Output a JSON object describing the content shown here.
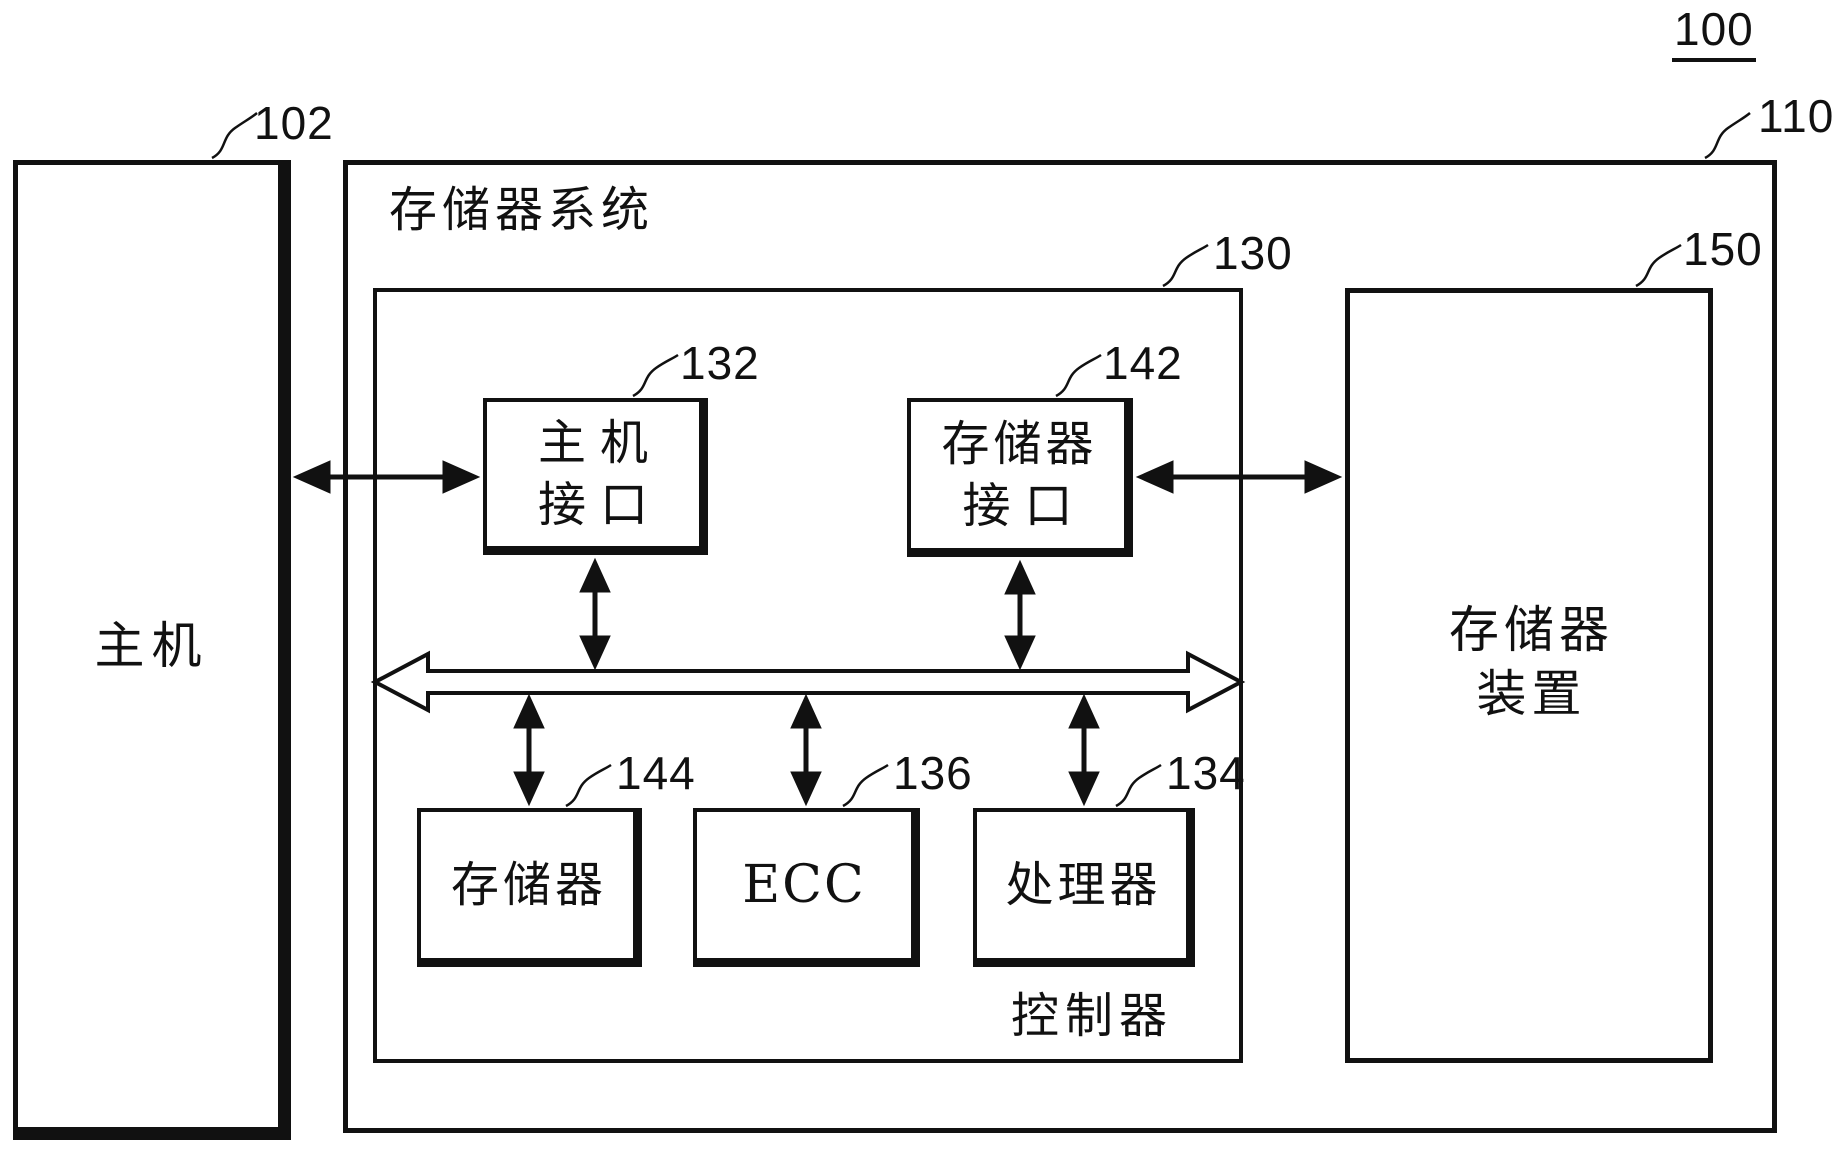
{
  "style": {
    "line_color": "#111111",
    "background": "#ffffff"
  },
  "figure": {
    "overall_ref": "100",
    "host": {
      "label": "主机",
      "ref": "102"
    },
    "memory_system": {
      "label": "存储器系统",
      "ref": "110"
    },
    "controller": {
      "label": "控制器",
      "ref": "130"
    },
    "host_interface": {
      "line1": "主机",
      "line2": "接口",
      "ref": "132"
    },
    "memory_interface": {
      "line1": "存储器",
      "line2": "接口",
      "ref": "142"
    },
    "memory": {
      "label": "存储器",
      "ref": "144"
    },
    "ecc": {
      "label": "ECC",
      "ref": "136"
    },
    "processor": {
      "label": "处理器",
      "ref": "134"
    },
    "memory_device": {
      "line1": "存储器",
      "line2": "装置",
      "ref": "150"
    }
  }
}
